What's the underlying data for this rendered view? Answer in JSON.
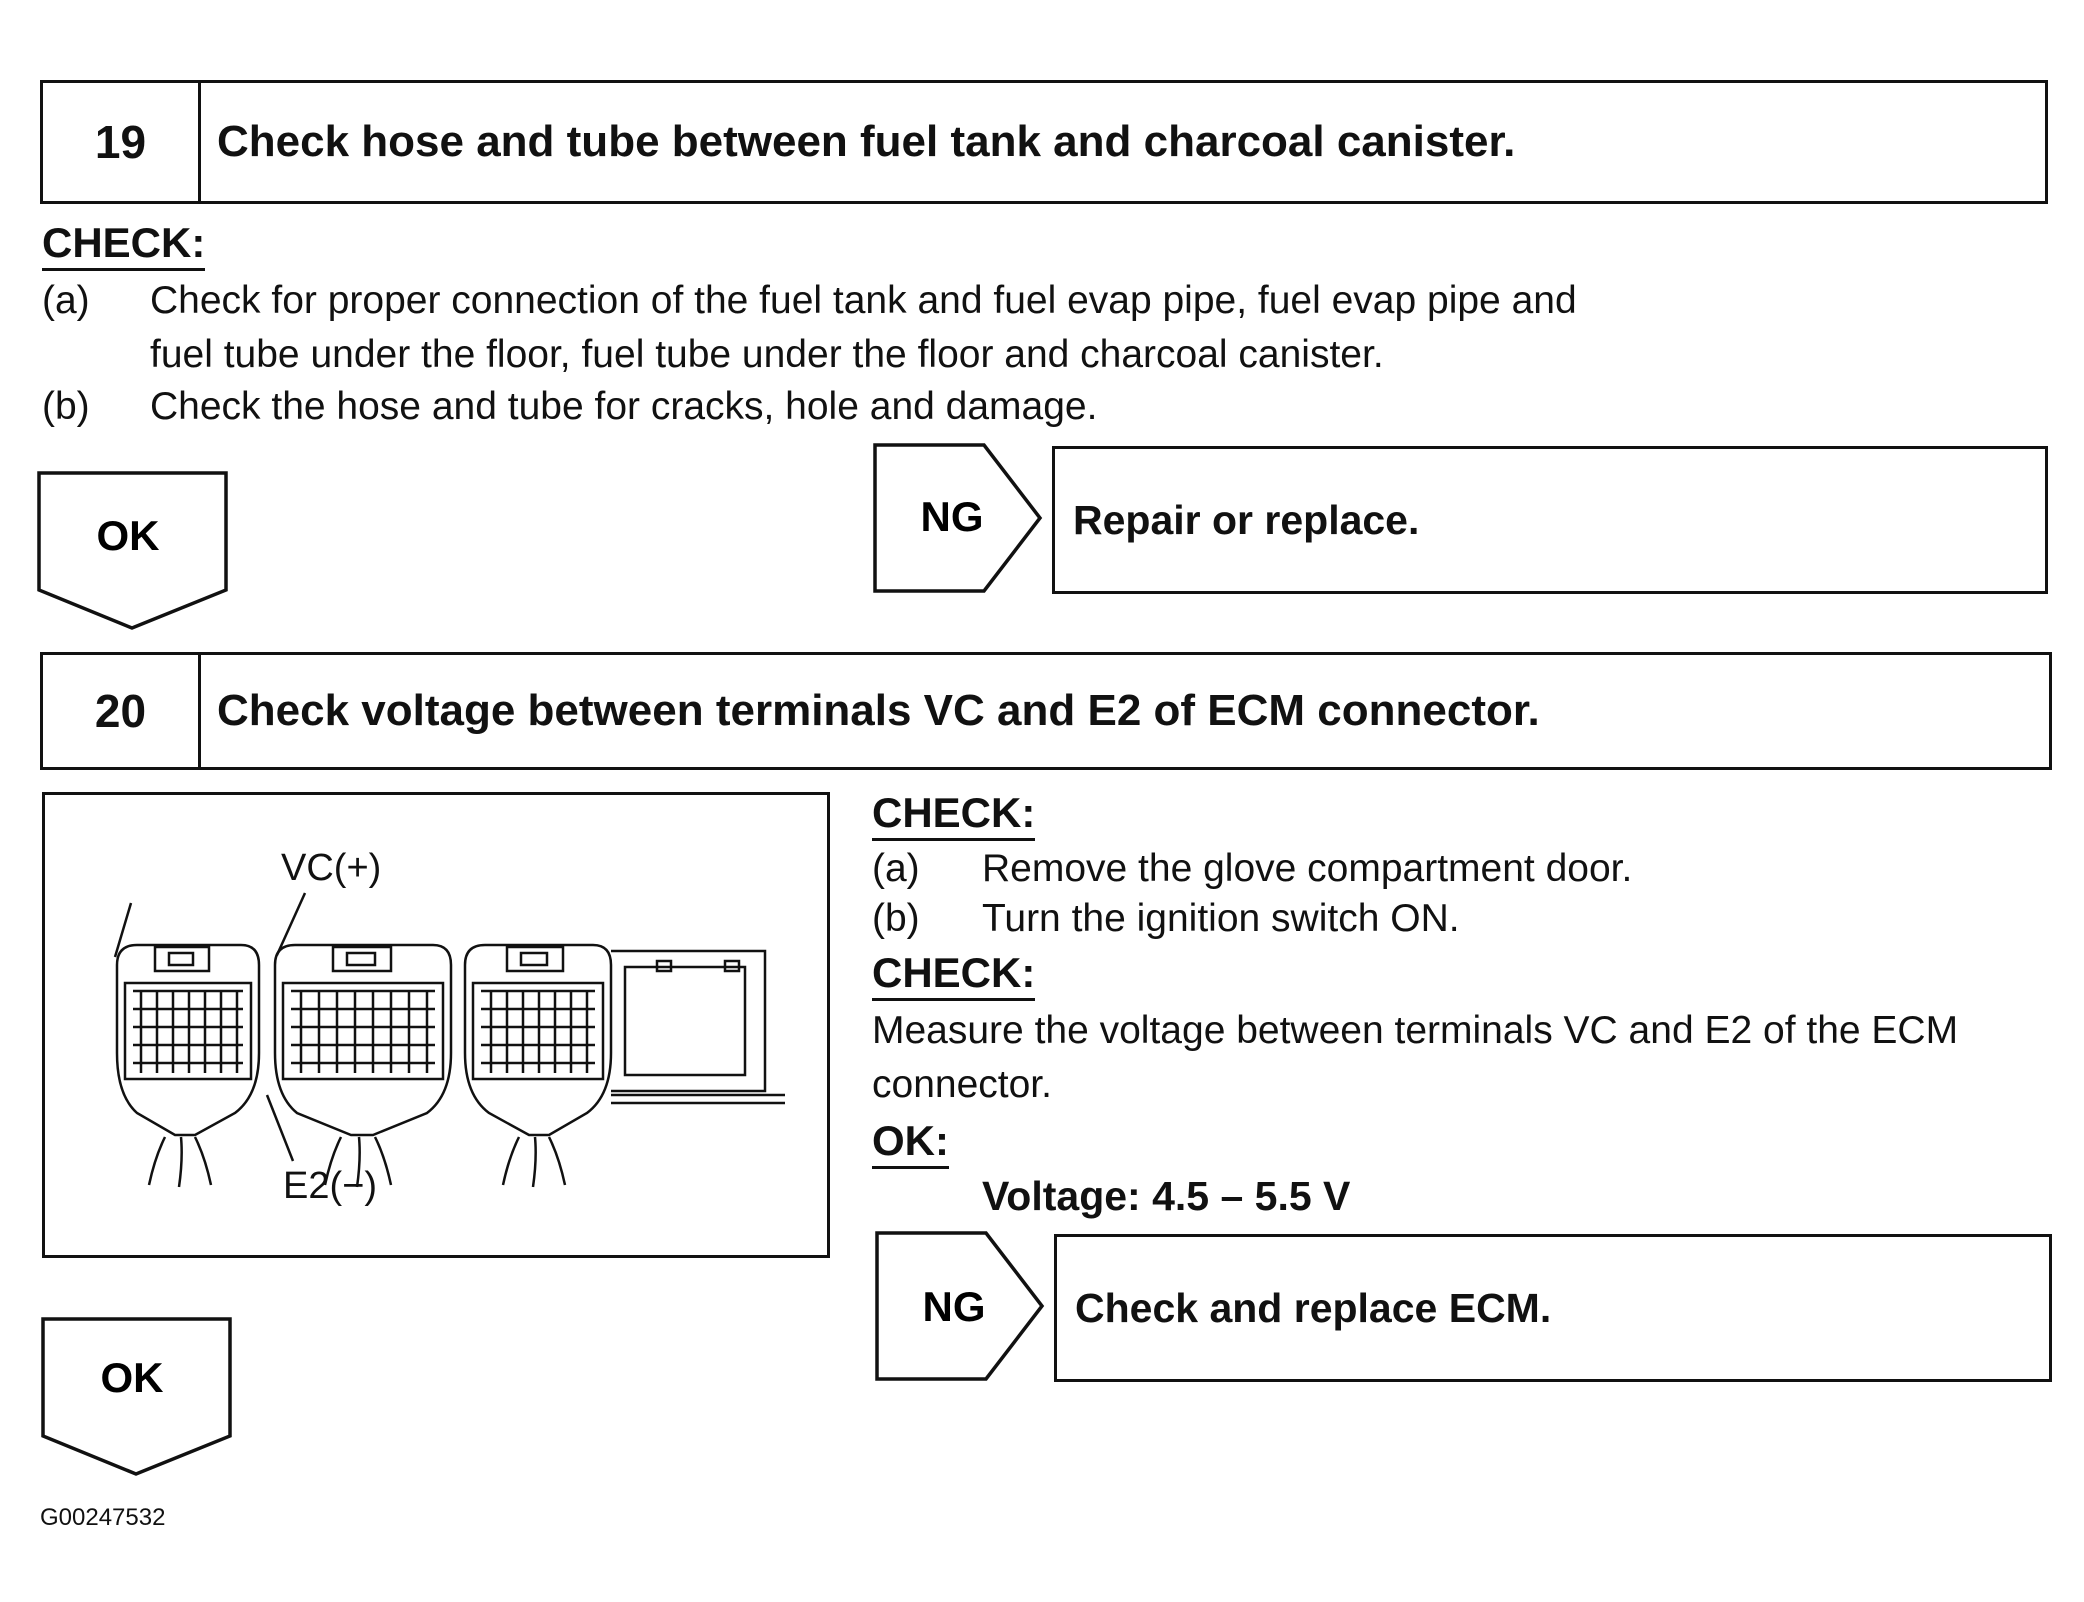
{
  "step19": {
    "number": "19",
    "title": "Check hose and tube between fuel tank and charcoal canister.",
    "check_heading": "CHECK:",
    "items": [
      {
        "marker": "(a)",
        "line1": "Check for proper connection of the fuel tank and fuel evap pipe, fuel evap pipe and",
        "line2": "fuel tube under the floor, fuel tube under the floor and charcoal canister."
      },
      {
        "marker": "(b)",
        "line1": "Check the hose and tube for cracks, hole and damage."
      }
    ],
    "ok_label": "OK",
    "ng_label": "NG",
    "ng_result": "Repair or replace."
  },
  "step20": {
    "number": "20",
    "title": "Check voltage between terminals VC and E2 of ECM connector.",
    "diagram": {
      "vc_label": "VC(+)",
      "e2_label": "E2(−)"
    },
    "prep_heading": "CHECK:",
    "prep_items": [
      {
        "marker": "(a)",
        "text": "Remove the glove compartment door."
      },
      {
        "marker": "(b)",
        "text": "Turn the ignition switch ON."
      }
    ],
    "check_heading": "CHECK:",
    "measure_line1": "Measure the voltage between terminals VC and E2 of the ECM",
    "measure_line2": "connector.",
    "ok_heading": "OK:",
    "spec": "Voltage: 4.5 – 5.5 V",
    "ng_label": "NG",
    "ng_result": "Check and replace ECM.",
    "ok_label": "OK"
  },
  "figure_code": "G00247532"
}
